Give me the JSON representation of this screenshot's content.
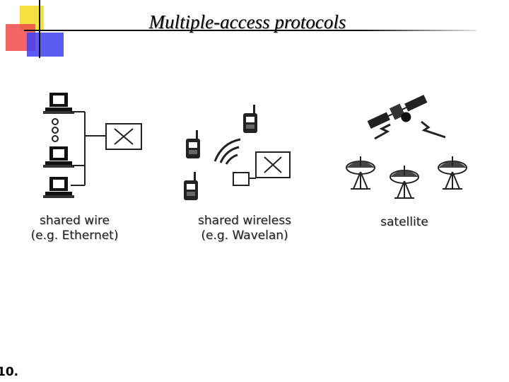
{
  "slide": {
    "title": "Multiple-access protocols",
    "number": "10."
  },
  "diagram": {
    "panels": [
      {
        "caption_line1": "shared wire",
        "caption_line2": "(e.g. Ethernet)"
      },
      {
        "caption_line1": "shared wireless",
        "caption_line2": "(e.g. Wavelan)"
      },
      {
        "caption_line1": "satellite"
      }
    ]
  },
  "colors": {
    "deco_yellow": "#f5e042",
    "deco_red": "#ef3a3a",
    "deco_blue": "#3a3af0"
  }
}
